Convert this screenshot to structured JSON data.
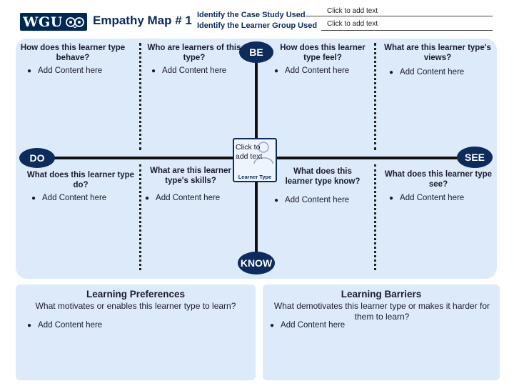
{
  "header": {
    "logo_text": "WGU",
    "title": "Empathy Map # 1",
    "case_study_label": "Identify the Case Study Used",
    "case_study_value": "Click to add text",
    "learner_group_label": "Identify the Learner Group Used",
    "learner_group_value": "Click to add text"
  },
  "axes": {
    "be": "BE",
    "do": "DO",
    "see": "SEE",
    "know": "KNOW"
  },
  "center": {
    "placeholder": "Click to add text",
    "label": "Learner Type"
  },
  "quadrants": {
    "behave": {
      "question": "How does this learner type behave?",
      "item": "Add Content here"
    },
    "who": {
      "question": "Who are learners of this type?",
      "item": "Add Content here"
    },
    "feel": {
      "question": "How does this learner type feel?",
      "item": "Add Content here"
    },
    "views": {
      "question": "What are this learner type's views?",
      "item": "Add Content here"
    },
    "do": {
      "question": "What does this learner type do?",
      "item": "Add Content here"
    },
    "skills": {
      "question": "What are this learner type's skills?",
      "item": "Add Content here"
    },
    "know": {
      "question": "What does this learner type know?",
      "item": "Add Content here"
    },
    "see": {
      "question": "What does this learner type see?",
      "item": "Add Content here"
    }
  },
  "preferences": {
    "title": "Learning Preferences",
    "question": "What motivates or enables this learner type to learn?",
    "item": "Add Content here"
  },
  "barriers": {
    "title": "Learning Barriers",
    "question": "What demotivates this learner type or makes it harder for them to learn?",
    "item": "Add Content here"
  },
  "colors": {
    "navy": "#0d2b5b",
    "panel_blue": "#dceafa"
  }
}
